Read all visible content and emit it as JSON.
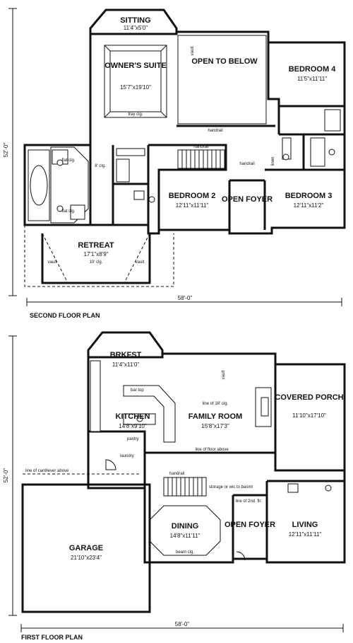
{
  "second_floor": {
    "caption": "SECOND FLOOR PLAN",
    "width_dim": "58'-0\"",
    "depth_dim": "52'-0\"",
    "rooms": {
      "sitting": {
        "name": "SITTING",
        "size": "11'4\"x5'0\""
      },
      "owners_suite": {
        "name": "OWNER'S SUITE",
        "size": "15'7\"x19'10\"",
        "note": "tray clg."
      },
      "open_to_below": {
        "name": "OPEN TO BELOW"
      },
      "bedroom4": {
        "name": "BEDROOM 4",
        "size": "11'5\"x11'11\""
      },
      "bedroom2": {
        "name": "BEDROOM 2",
        "size": "12'11\"x11'11\""
      },
      "open_foyer": {
        "name": "OPEN FOYER"
      },
      "bedroom3": {
        "name": "BEDROOM 3",
        "size": "12'11\"x11'2\""
      },
      "retreat": {
        "name": "RETREAT",
        "size": "17'1\"x8'9\"",
        "note": "10' clg."
      }
    },
    "notes": {
      "handrail_1": "handrail",
      "handrail_2": "handrail",
      "handrail_3": "handrail",
      "clg": "8' clg.",
      "flat_clg_1": "flat clg.",
      "flat_clg_2": "flat clg.",
      "vault_1": "vault",
      "vault_2": "vault",
      "vault_3": "vault",
      "linen": "linen"
    }
  },
  "first_floor": {
    "caption": "FIRST FLOOR PLAN",
    "width_dim": "58'-0\"",
    "depth_dim": "52'-0\"",
    "rooms": {
      "brkfst": {
        "name": "BRKFST",
        "size": "11'4\"x11'0\""
      },
      "kitchen": {
        "name": "KITCHEN",
        "size": "14'8\"x9'10\""
      },
      "family_room": {
        "name": "FAMILY ROOM",
        "size": "15'8\"x17'3\""
      },
      "covered_porch": {
        "name": "COVERED PORCH",
        "size": "11'10\"x17'10\""
      },
      "garage": {
        "name": "GARAGE",
        "size": "21'10\"x23'4\""
      },
      "dining": {
        "name": "DINING",
        "size": "14'8\"x11'11\""
      },
      "open_foyer": {
        "name": "OPEN FOYER"
      },
      "living": {
        "name": "LIVING",
        "size": "12'11\"x11'11\""
      }
    },
    "notes": {
      "cantilever": "line of cantilever above",
      "line_18": "line of 18' clg.",
      "floor_above": "line of floor above",
      "line_2nd": "line of 2nd. flr.",
      "storage": "storage or wic to basmt",
      "bar": "bar top",
      "handrail": "handrail",
      "beam": "beam clg.",
      "vault": "vault",
      "pantry": "pantry",
      "laundry": "laundry"
    }
  }
}
